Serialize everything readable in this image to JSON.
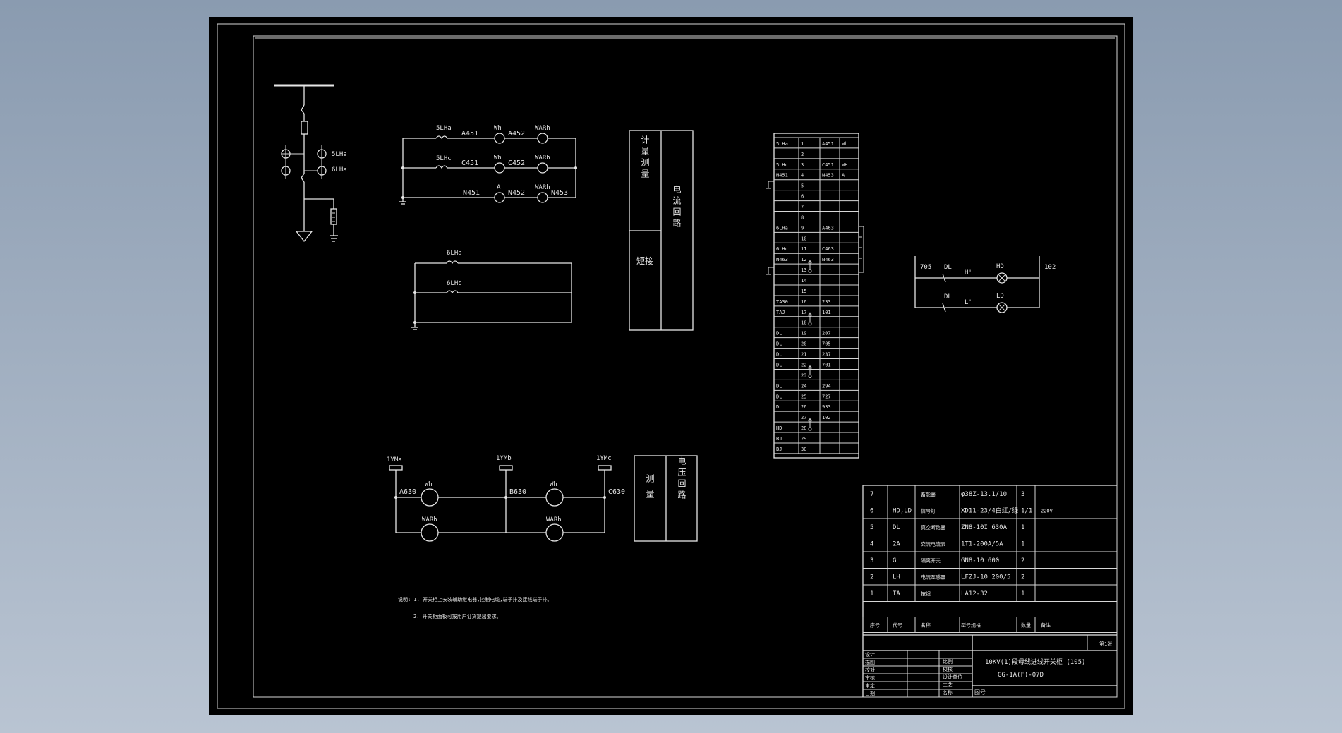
{
  "meter_circuit": {
    "ct_1": "5LHa",
    "ct_2": "5LHc",
    "row1": [
      "A451",
      "Wh",
      "A452",
      "WARh"
    ],
    "row2": [
      "C451",
      "Wh",
      "C452",
      "WARh"
    ],
    "row3": [
      "N451",
      "A",
      "N452",
      "WARh",
      "N453"
    ]
  },
  "prot_circuit": {
    "ct_1": "6LHa",
    "ct_2": "6LHc"
  },
  "one_line": {
    "label_1": "5LHa",
    "label_2": "6LHa"
  },
  "current_panel": {
    "section_1": "计量测量",
    "section_2": "短接",
    "title": "电流回路"
  },
  "voltage_circuit": {
    "bus_1": "1YMa",
    "bus_2": "1YMb",
    "bus_3": "1YMc",
    "wire_1": "A630",
    "wire_2": "B630",
    "wire_3": "C630",
    "meter_1": "Wh",
    "meter_2": "Wh",
    "meter_3": "WARh",
    "meter_4": "WARh"
  },
  "voltage_panel": {
    "section_1": "测量",
    "title": "电压回路"
  },
  "terminal_block": {
    "rows": [
      [
        "5LHa",
        "1",
        "A451",
        "Wh"
      ],
      [
        "",
        "2",
        "",
        ""
      ],
      [
        "5LHc",
        "3",
        "C451",
        "WH"
      ],
      [
        "N451",
        "4",
        "N453",
        "A"
      ],
      [
        "",
        "5",
        "",
        ""
      ],
      [
        "",
        "6",
        "",
        ""
      ],
      [
        "",
        "7",
        "",
        ""
      ],
      [
        "",
        "8",
        "",
        ""
      ],
      [
        "6LHa",
        "9",
        "A463",
        ""
      ],
      [
        "",
        "10",
        "",
        ""
      ],
      [
        "6LHc",
        "11",
        "C463",
        ""
      ],
      [
        "N463",
        "12",
        "N463",
        ""
      ],
      [
        "",
        "13",
        "",
        ""
      ],
      [
        "",
        "14",
        "",
        ""
      ],
      [
        "",
        "15",
        "",
        ""
      ],
      [
        "TA30",
        "16",
        "233",
        ""
      ],
      [
        "TAJ",
        "17",
        "101",
        ""
      ],
      [
        "",
        "18",
        "",
        ""
      ],
      [
        "DL",
        "19",
        "207",
        ""
      ],
      [
        "DL",
        "20",
        "705",
        ""
      ],
      [
        "DL",
        "21",
        "237",
        ""
      ],
      [
        "DL",
        "22",
        "701",
        ""
      ],
      [
        "",
        "23",
        "",
        ""
      ],
      [
        "DL",
        "24",
        "294",
        ""
      ],
      [
        "DL",
        "25",
        "727",
        ""
      ],
      [
        "DL",
        "26",
        "933",
        ""
      ],
      [
        "",
        "27",
        "102",
        ""
      ],
      [
        "HD",
        "28",
        "",
        ""
      ],
      [
        "BJ",
        "29",
        "",
        ""
      ],
      [
        "BJ",
        "30",
        "",
        ""
      ]
    ]
  },
  "signal_circuit": {
    "left_wire": "705",
    "right_wire": "102",
    "contact_1": "DL",
    "contact_2": "DL",
    "mark_1": "H'",
    "mark_2": "L'",
    "lamp_1": "HD",
    "lamp_2": "LD"
  },
  "notes": {
    "line_1": "说明: 1. 开关柜上安装辅助继电器,控制电缆,端子排及接线端子排。",
    "line_2": "2. 开关柜面板可按用户订货提出要求。"
  },
  "bom": {
    "rows": [
      [
        "7",
        "",
        "蓄能器",
        "φ38Z-13.1/10",
        "3",
        ""
      ],
      [
        "6",
        "HD,LD",
        "信号灯",
        "XD11-23/4白红/绿",
        "1/1",
        "220V"
      ],
      [
        "5",
        "DL",
        "真空断路器",
        "ZN8-10I 630A",
        "1",
        ""
      ],
      [
        "4",
        "2A",
        "交流电流表",
        "1T1-200A/5A",
        "1",
        ""
      ],
      [
        "3",
        "G",
        "隔离开关",
        "GN8-10 600",
        "2",
        ""
      ],
      [
        "2",
        "LH",
        "电流互感器",
        "LFZJ-10 200/5",
        "2",
        ""
      ],
      [
        "1",
        "TA",
        "按钮",
        "LA12-32",
        "1",
        ""
      ]
    ],
    "headers": [
      "序号",
      "代号",
      "名称",
      "型号规格",
      "数量",
      "备注"
    ]
  },
  "title_block": {
    "title": "10KV(1)段母线进线开关柜 (105)",
    "drawing_no": "GG-1A(F)-07D",
    "left_labels": [
      "设计",
      "描图",
      "校对",
      "审核",
      "审定",
      "日期"
    ],
    "mid_labels": [
      "比例",
      "校核",
      "设计单位",
      "工艺",
      "名称"
    ],
    "right_label": "第1张",
    "bottom_label": "图号"
  }
}
